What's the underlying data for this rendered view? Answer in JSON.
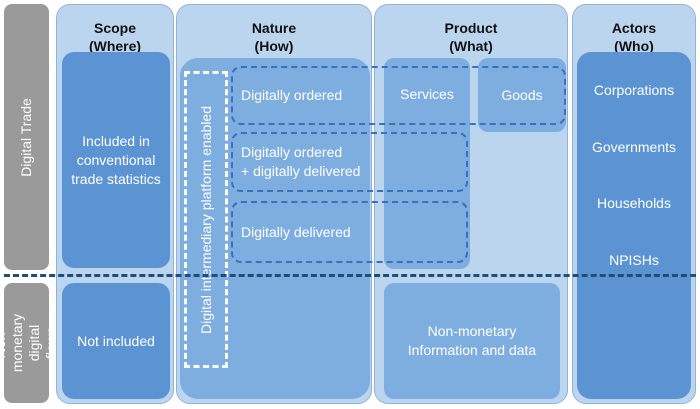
{
  "side_labels": {
    "digital_trade": "Digital Trade",
    "non_monetary": "Non-monetary digital flows"
  },
  "columns": {
    "scope": {
      "title": "Scope",
      "subtitle": "(Where)"
    },
    "nature": {
      "title": "Nature",
      "subtitle": "(How)"
    },
    "product": {
      "title": "Product",
      "subtitle": "(What)"
    },
    "actors": {
      "title": "Actors",
      "subtitle": "(Who)"
    }
  },
  "scope": {
    "included": "Included in conventional trade statistics",
    "not_included": "Not included"
  },
  "nature": {
    "platform": "Digital intermediary platform enabled",
    "ordered": "Digitally ordered",
    "ordered_delivered_line1": "Digitally ordered",
    "ordered_delivered_line2": "+ digitally delivered",
    "delivered": "Digitally delivered"
  },
  "product": {
    "services": "Services",
    "goods": "Goods",
    "non_monetary_line1": "Non-monetary",
    "non_monetary_line2": "Information and data"
  },
  "actors": [
    "Corporations",
    "Governments",
    "Households",
    "NPISHs"
  ],
  "colors": {
    "column_bg": "#bcd5ee",
    "inner_dark": "#5b93d3",
    "inner_light": "#7eaddf",
    "side_label": "#9a9a9a",
    "dash_blue": "#3b6fc0",
    "divider": "#1f4e79"
  }
}
